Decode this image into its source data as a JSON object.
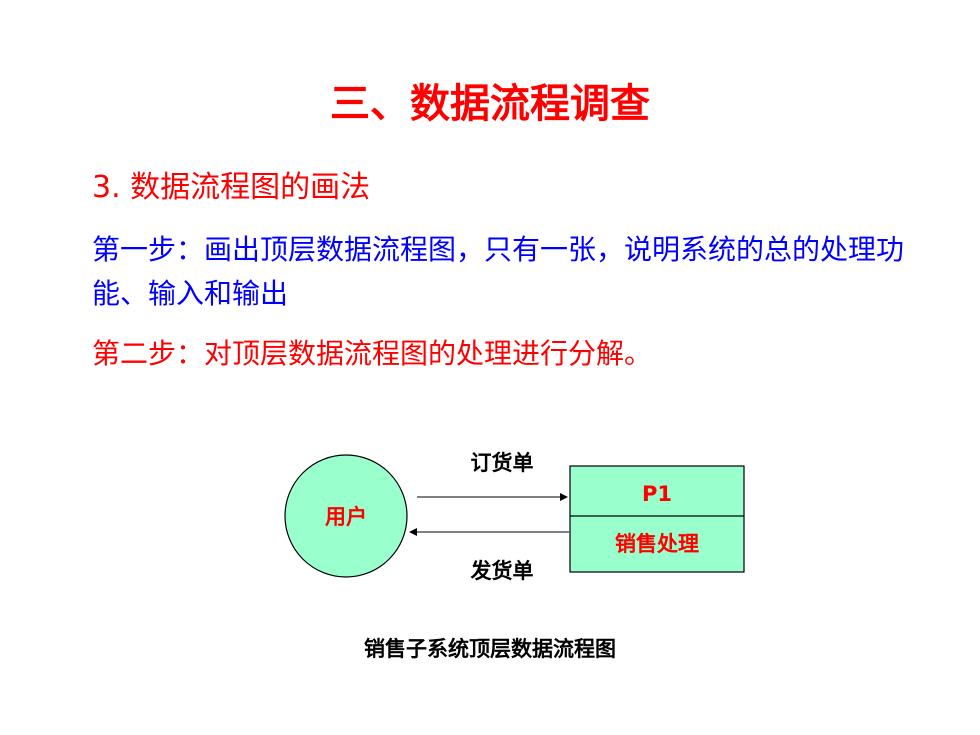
{
  "slide": {
    "title": "三、数据流程调查",
    "subheading": "3. 数据流程图的画法",
    "step1": "第一步：画出顶层数据流程图，只有一张，说明系统的总的处理功能、输入和输出",
    "step2": "第二步：对顶层数据流程图的处理进行分解。"
  },
  "diagram": {
    "entity_label": "用户",
    "process_id": "P1",
    "process_name": "销售处理",
    "flow_in_label": "订货单",
    "flow_out_label": "发货单",
    "caption": "销售子系统顶层数据流程图",
    "colors": {
      "fill": "#99ffcc",
      "stroke": "#000000",
      "label_red": "#ff0000",
      "label_black": "#000000"
    }
  }
}
